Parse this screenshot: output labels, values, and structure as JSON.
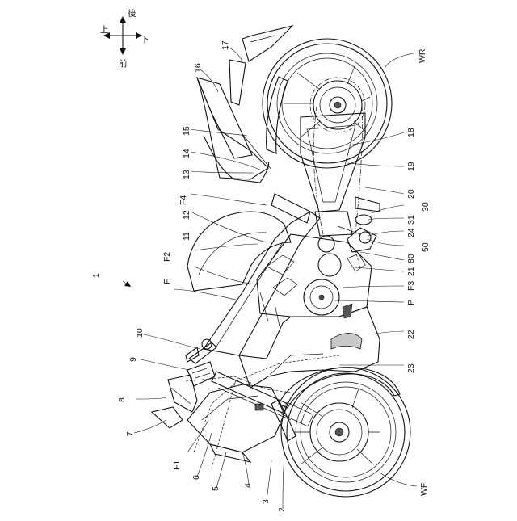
{
  "direction_indicator": {
    "up": "上",
    "down": "下",
    "front": "前",
    "rear": "後"
  },
  "figure_labels": {
    "overall": "1",
    "rear_wheel": "WR",
    "front_wheel": "WF",
    "frame": "F",
    "frame_F1": "F1",
    "frame_F2": "F2",
    "frame_F3": "F3",
    "frame_F4": "F4",
    "engine": "P",
    "n2": "2",
    "n3": "3",
    "n4": "4",
    "n5": "5",
    "n6": "6",
    "n7": "7",
    "n8": "8",
    "n9": "9",
    "n10": "10",
    "n11": "11",
    "n12": "12",
    "n13": "13",
    "n14": "14",
    "n15": "15",
    "n16": "16",
    "n17": "17",
    "n18": "18",
    "n19": "19",
    "n20": "20",
    "n21": "21",
    "n22": "22",
    "n23": "23",
    "n24": "24",
    "n30": "30",
    "n31": "31",
    "n50": "50",
    "n80": "80"
  }
}
